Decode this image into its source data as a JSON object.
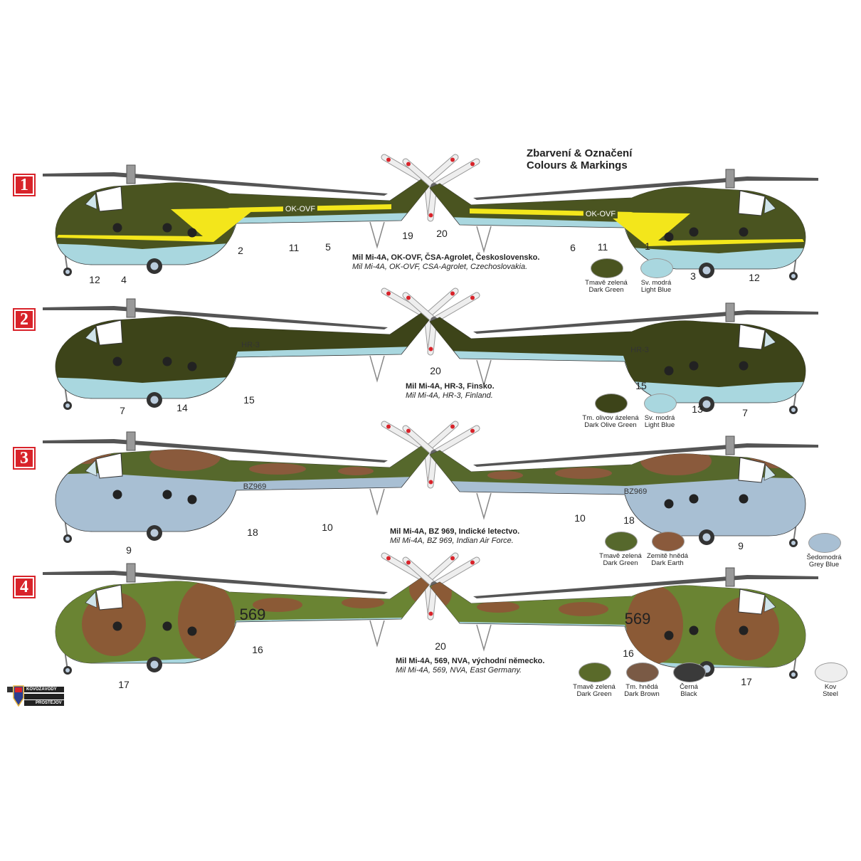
{
  "title": {
    "cz": "Zbarvení & Označení",
    "en": "Colours & Markings"
  },
  "logo": {
    "top": "KOVOZÁVODY",
    "bottom": "PROSTĚJOV"
  },
  "schemes": [
    {
      "number": "1",
      "caption_cz": "Mil Mi-4A, OK-OVF, ČSA-Agrolet, Československo.",
      "caption_en": "Mil Mi-4A, OK-OVF, CSA-Agrolet, Czechoslovakia.",
      "registration": "OK-OVF",
      "camo": "czech",
      "colors": {
        "top": "#4a5420",
        "belly": "#a9d7df",
        "stripe": "#f3e61b"
      },
      "callouts": [
        "12",
        "4",
        "2",
        "11",
        "5",
        "19",
        "20",
        "6",
        "11",
        "1",
        "3",
        "12"
      ],
      "paints": [
        {
          "cz": "Tmavě zelená",
          "en": "Dark Green",
          "color": "#4a5420"
        },
        {
          "cz": "Sv. modrá",
          "en": "Light Blue",
          "color": "#a9d7df"
        }
      ]
    },
    {
      "number": "2",
      "caption_cz": "Mil Mi-4A, HR-3, Finsko.",
      "caption_en": "Mil Mi-4A, HR-3, Finland.",
      "registration": "HR-3",
      "camo": "finn",
      "colors": {
        "top": "#3d4419",
        "belly": "#a9d7df"
      },
      "callouts": [
        "7",
        "14",
        "15",
        "20",
        "15",
        "13",
        "7"
      ],
      "paints": [
        {
          "cz": "Tm. olivov ázelená",
          "en": "Dark Olive Green",
          "color": "#3d4419"
        },
        {
          "cz": "Sv. modrá",
          "en": "Light Blue",
          "color": "#a9d7df"
        }
      ]
    },
    {
      "number": "3",
      "caption_cz": "Mil Mi-4A, BZ 969, Indické letectvo.",
      "caption_en": "Mil Mi-4A, BZ 969, Indian Air Force.",
      "registration": "BZ969",
      "camo": "india",
      "colors": {
        "top": "#56682c",
        "patch": "#8a5a3c",
        "belly": "#a8bfd3"
      },
      "callouts": [
        "9",
        "18",
        "10",
        "10",
        "18",
        "9"
      ],
      "paints": [
        {
          "cz": "Tmavě zelená",
          "en": "Dark Green",
          "color": "#56682c"
        },
        {
          "cz": "Zemitě hnědá",
          "en": "Dark Earth",
          "color": "#8a5a3c"
        },
        {
          "cz": "Šedomodrá",
          "en": "Grey Blue",
          "color": "#a8bfd3"
        }
      ]
    },
    {
      "number": "4",
      "caption_cz": "Mil Mi-4A, 569, NVA, východní německo.",
      "caption_en": "Mil Mi-4A, 569, NVA, East Germany.",
      "registration": "569",
      "camo": "gdr",
      "colors": {
        "top": "#6a8433",
        "patch": "#8b5a36",
        "belly": "#a9d7df"
      },
      "callouts": [
        "17",
        "16",
        "20",
        "16",
        "17"
      ],
      "paints": [
        {
          "cz": "Tmavě zelená",
          "en": "Dark Green",
          "color": "#5a6a2a"
        },
        {
          "cz": "Tm. hnědá",
          "en": "Dark Brown",
          "color": "#7a5a45"
        },
        {
          "cz": "Černá",
          "en": "Black",
          "color": "#3a3a3a"
        },
        {
          "cz": "Kov",
          "en": "Steel",
          "color": "#eeeeee"
        }
      ]
    }
  ]
}
